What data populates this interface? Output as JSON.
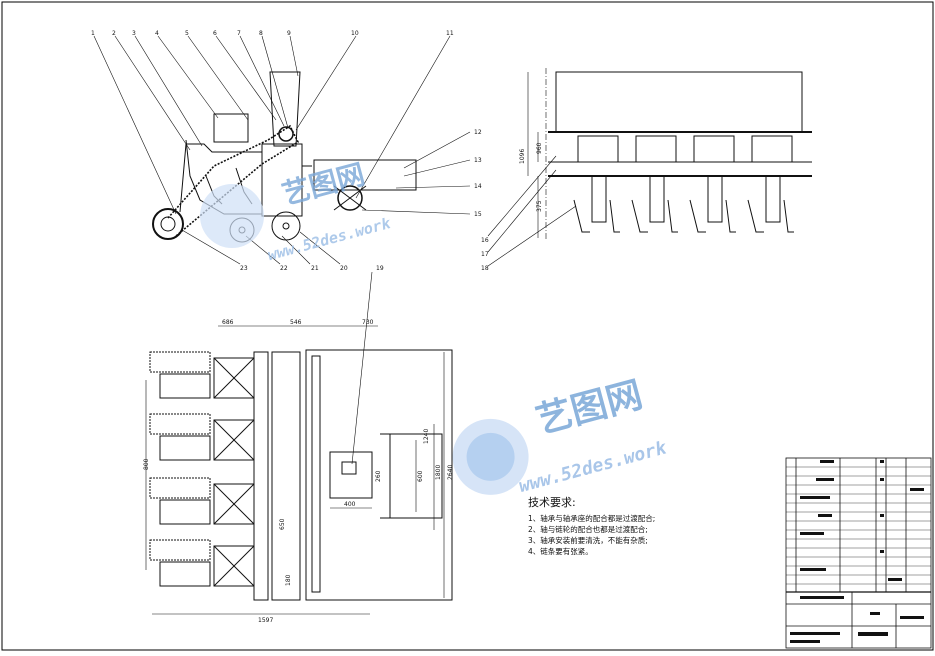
{
  "watermark": {
    "brand": "艺图网",
    "url": "www.52des.work"
  },
  "side_view": {
    "callouts": [
      "1",
      "2",
      "3",
      "4",
      "5",
      "6",
      "7",
      "8",
      "9",
      "10",
      "11",
      "12",
      "13",
      "14",
      "15",
      "20",
      "21",
      "22",
      "23"
    ]
  },
  "front_view": {
    "callouts": [
      "16",
      "17",
      "18"
    ],
    "dims": [
      "1096",
      "960",
      "375"
    ]
  },
  "top_view": {
    "callout": "19",
    "dims": [
      "686",
      "546",
      "730",
      "1597",
      "400",
      "2640",
      "1800",
      "1240",
      "600",
      "260",
      "800",
      "650",
      "180"
    ]
  },
  "tech_requirements": {
    "title": "技术要求:",
    "items": [
      "1、轴承与轴承座的配合都是过渡配合;",
      "2、轴与链轮的配合也都是过渡配合;",
      "3、轴承安装前要清洗，不能有杂质;",
      "4、链条要有张紧。"
    ]
  }
}
